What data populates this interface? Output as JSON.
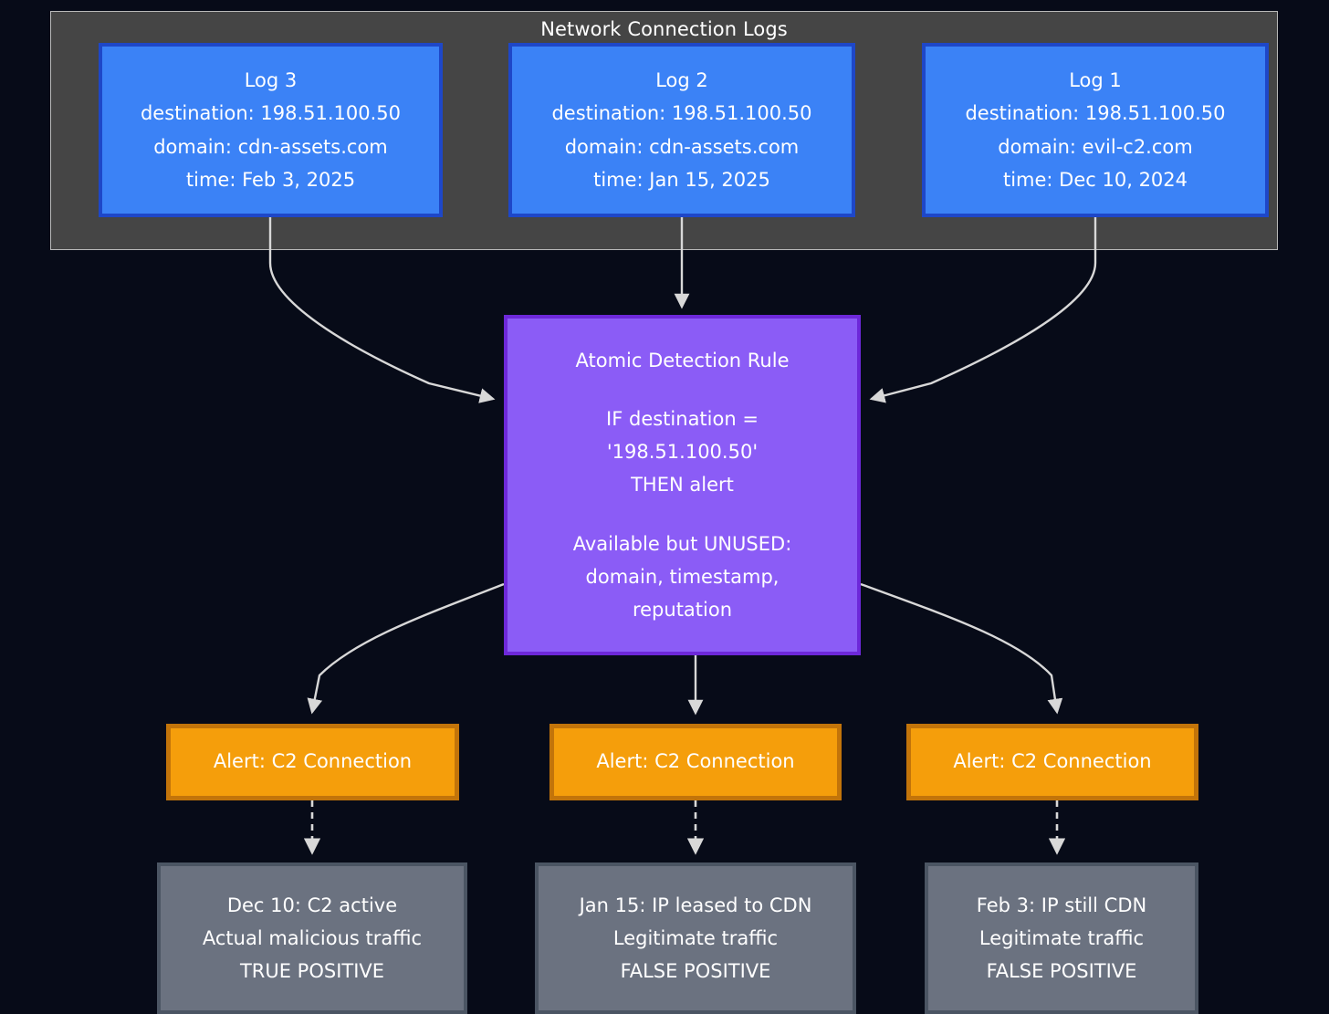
{
  "diagram": {
    "type": "flowchart",
    "background_color": "#070b18",
    "subgraph": {
      "title": "Network Connection Logs",
      "fill_color": "#454545",
      "border_color": "#b9b9b9"
    },
    "logs": [
      {
        "id": "log3",
        "title": "Log 3",
        "destination": "destination: 198.51.100.50",
        "domain": "domain: cdn-assets.com",
        "time": "time: Feb 3, 2025",
        "color": "#3b82f6",
        "border_color": "#1e47c8"
      },
      {
        "id": "log2",
        "title": "Log 2",
        "destination": "destination: 198.51.100.50",
        "domain": "domain: cdn-assets.com",
        "time": "time: Jan 15, 2025",
        "color": "#3b82f6",
        "border_color": "#1e47c8"
      },
      {
        "id": "log1",
        "title": "Log 1",
        "destination": "destination: 198.51.100.50",
        "domain": "domain: evil-c2.com",
        "time": "time: Dec 10, 2024",
        "color": "#3b82f6",
        "border_color": "#1e47c8"
      }
    ],
    "rule": {
      "title": "Atomic Detection Rule",
      "condition_line1": "IF destination =",
      "condition_line2": "'198.51.100.50'",
      "condition_line3": "THEN alert",
      "unused_header": "Available but UNUSED:",
      "unused_line1": "domain, timestamp,",
      "unused_line2": "reputation",
      "color": "#8b5cf6",
      "border_color": "#6d28d9"
    },
    "alerts": [
      {
        "id": "alert-left",
        "label": "Alert: C2 Connection",
        "color": "#f59e0b",
        "border_color": "#c2740a"
      },
      {
        "id": "alert-middle",
        "label": "Alert: C2 Connection",
        "color": "#f59e0b",
        "border_color": "#c2740a"
      },
      {
        "id": "alert-right",
        "label": "Alert: C2 Connection",
        "color": "#f59e0b",
        "border_color": "#c2740a"
      }
    ],
    "outcomes": [
      {
        "id": "outcome-left",
        "line1": "Dec 10: C2 active",
        "line2": "Actual malicious traffic",
        "line3": "TRUE POSITIVE",
        "color": "#6b7280",
        "border_color": "#4b5563"
      },
      {
        "id": "outcome-middle",
        "line1": "Jan 15: IP leased to CDN",
        "line2": "Legitimate traffic",
        "line3": "FALSE POSITIVE",
        "color": "#6b7280",
        "border_color": "#4b5563"
      },
      {
        "id": "outcome-right",
        "line1": "Feb 3: IP still CDN",
        "line2": "Legitimate traffic",
        "line3": "FALSE POSITIVE",
        "color": "#6b7280",
        "border_color": "#4b5563"
      }
    ],
    "edges": {
      "stroke_color": "#d8d8d8",
      "solid_count": 6,
      "dashed_count": 3
    }
  }
}
